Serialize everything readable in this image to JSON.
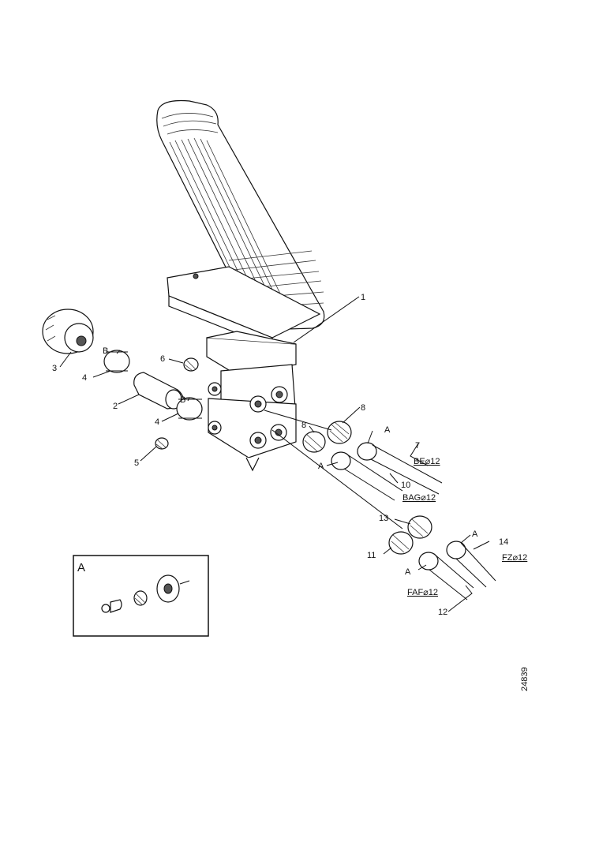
{
  "labels": {
    "p1": "1",
    "p2": "2",
    "p3": "3",
    "p4a": "4",
    "p4b": "4",
    "p5": "5",
    "p6": "6",
    "p7": "7",
    "p8a": "8",
    "p8b": "8",
    "p10": "10",
    "p11": "11",
    "p12": "12",
    "p13": "13",
    "p14": "14",
    "a1": "A",
    "a2": "A",
    "a3": "A",
    "a4": "A",
    "b1": "B",
    "b2": "B",
    "pipe_be": "BE⌀12",
    "pipe_bag": "BAG⌀12",
    "pipe_fz": "FZ⌀12",
    "pipe_faf": "FAF⌀12",
    "inset": "A",
    "drawing_no": "24839"
  }
}
